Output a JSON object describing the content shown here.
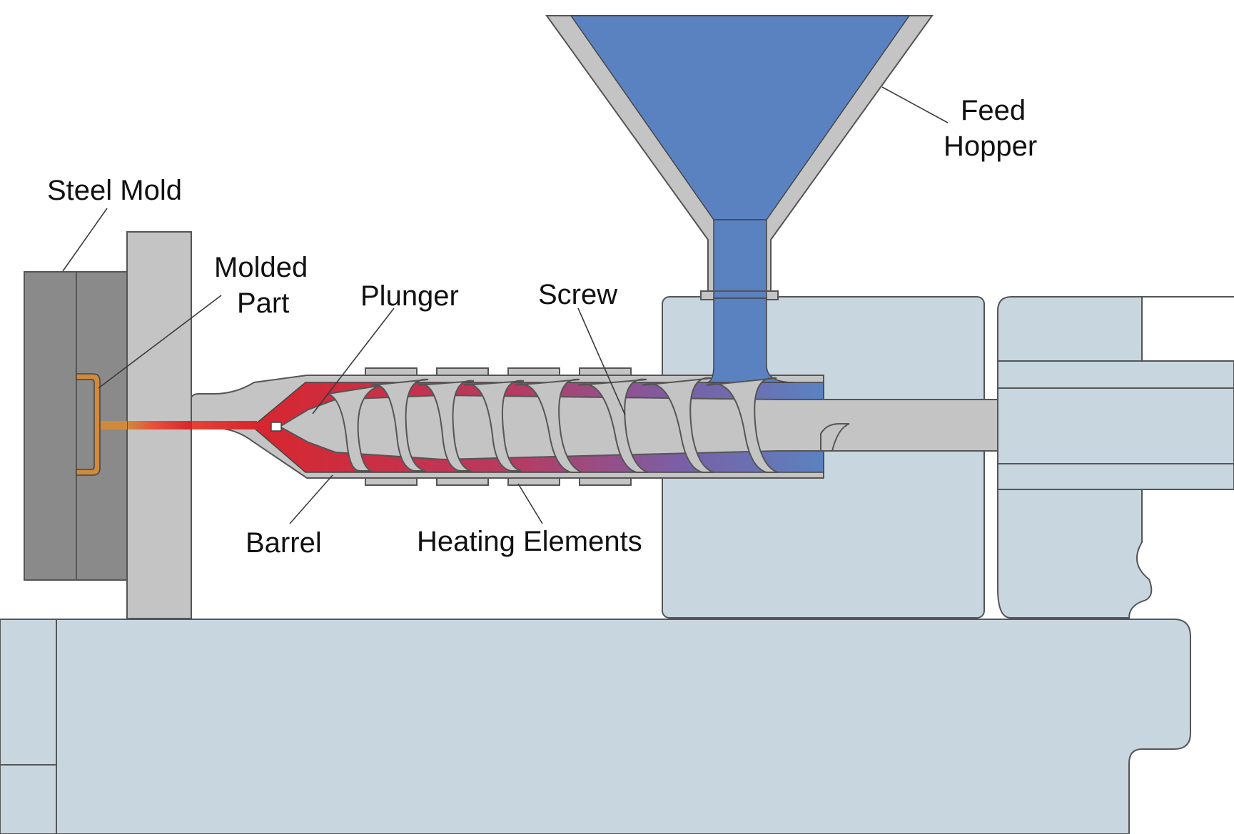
{
  "labels": {
    "feed_hopper_line1": "Feed",
    "feed_hopper_line2": "Hopper",
    "steel_mold": "Steel Mold",
    "molded_part_line1": "Molded",
    "molded_part_line2": "Part",
    "plunger": "Plunger",
    "screw": "Screw",
    "barrel": "Barrel",
    "heating_elements": "Heating Elements"
  },
  "colors": {
    "machine_base": "#c8d6e0",
    "mold": "#8a8a8a",
    "platen": "#c4c4c4",
    "hopper_wall": "#c4c4c4",
    "plastic_cold": "#5b82c0",
    "plastic_hot": "#d8262e",
    "molded_part": "#d08a3c",
    "screw": "#c4c4c4"
  }
}
